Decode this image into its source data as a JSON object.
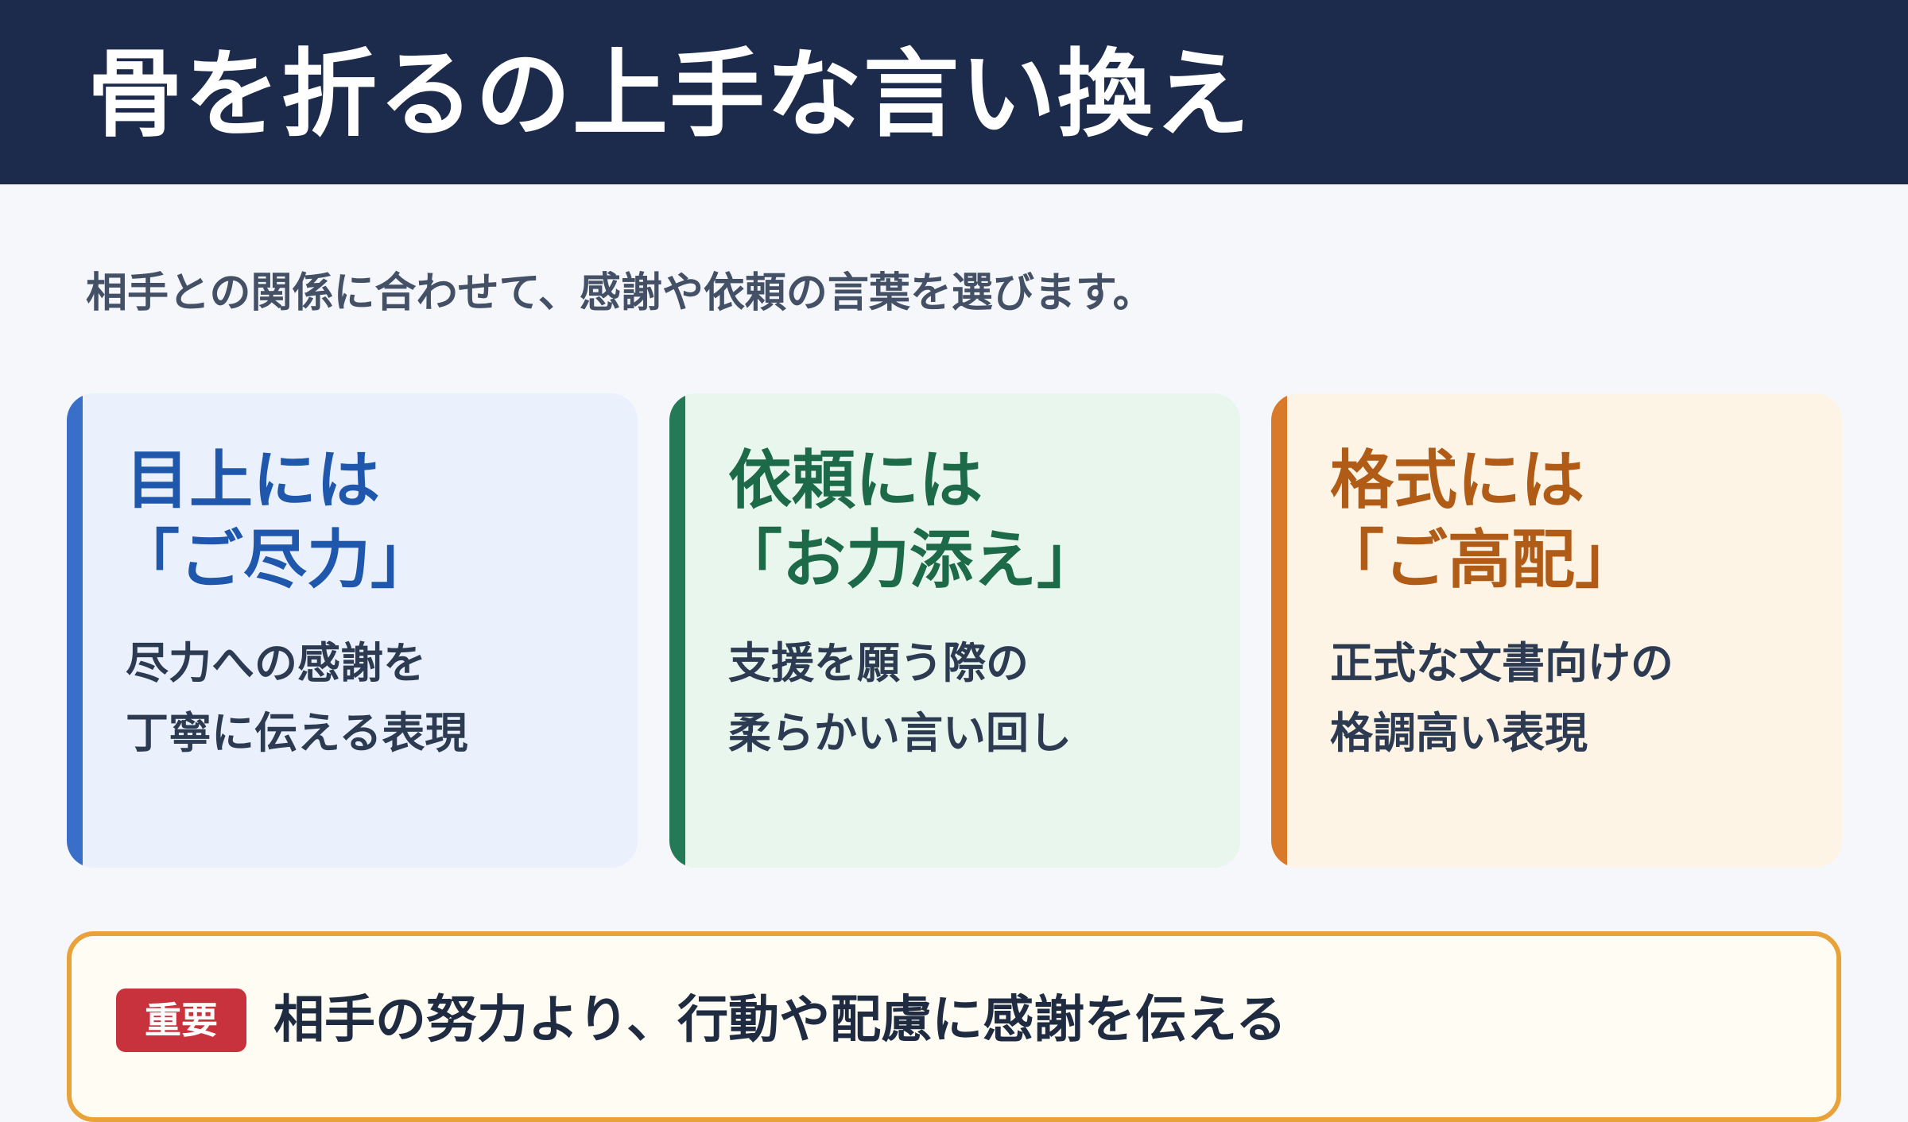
{
  "header": {
    "title": "骨を折るの上手な言い換え"
  },
  "subtitle": "相手との関係に合わせて、感謝や依頼の言葉を選びます。",
  "cards": [
    {
      "title_line1": "目上には",
      "title_line2": "「ご尽力」",
      "desc_line1": "尽力への感謝を",
      "desc_line2": "丁寧に伝える表現",
      "accent": "#3a6fc9"
    },
    {
      "title_line1": "依頼には",
      "title_line2": "「お力添え」",
      "desc_line1": "支援を願う際の",
      "desc_line2": "柔らかい言い回し",
      "accent": "#237a55"
    },
    {
      "title_line1": "格式には",
      "title_line2": "「ご高配」",
      "desc_line1": "正式な文書向けの",
      "desc_line2": "格調高い表現",
      "accent": "#d97a2a"
    }
  ],
  "callout": {
    "badge": "重要",
    "text": "相手の努力より、行動や配慮に感謝を伝える",
    "badge_color": "#c8323c",
    "border_color": "#e8a23a"
  }
}
